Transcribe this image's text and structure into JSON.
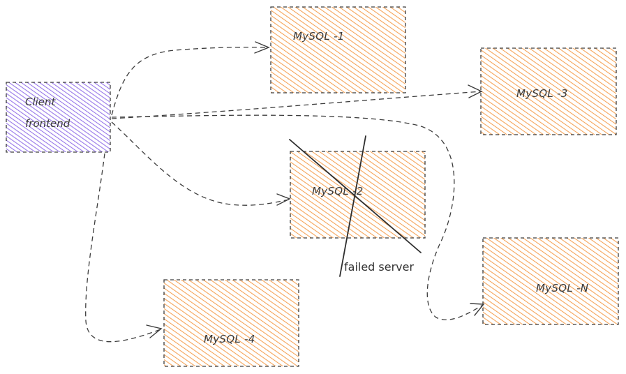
{
  "nodes": {
    "client": {
      "line1": "Client",
      "line2": "frontend"
    },
    "mysql1": {
      "label": "MySQL -1"
    },
    "mysql2": {
      "label": "MySQL -2"
    },
    "mysql3": {
      "label": "MySQL -3"
    },
    "mysql4": {
      "label": "MySQL -4"
    },
    "mysqlN": {
      "label": "MySQL -N"
    }
  },
  "annotations": {
    "failed": "failed server"
  },
  "colors": {
    "db_fill": "#f5a45a",
    "client_fill": "#8b68e6",
    "stroke": "#3c3c3c"
  }
}
